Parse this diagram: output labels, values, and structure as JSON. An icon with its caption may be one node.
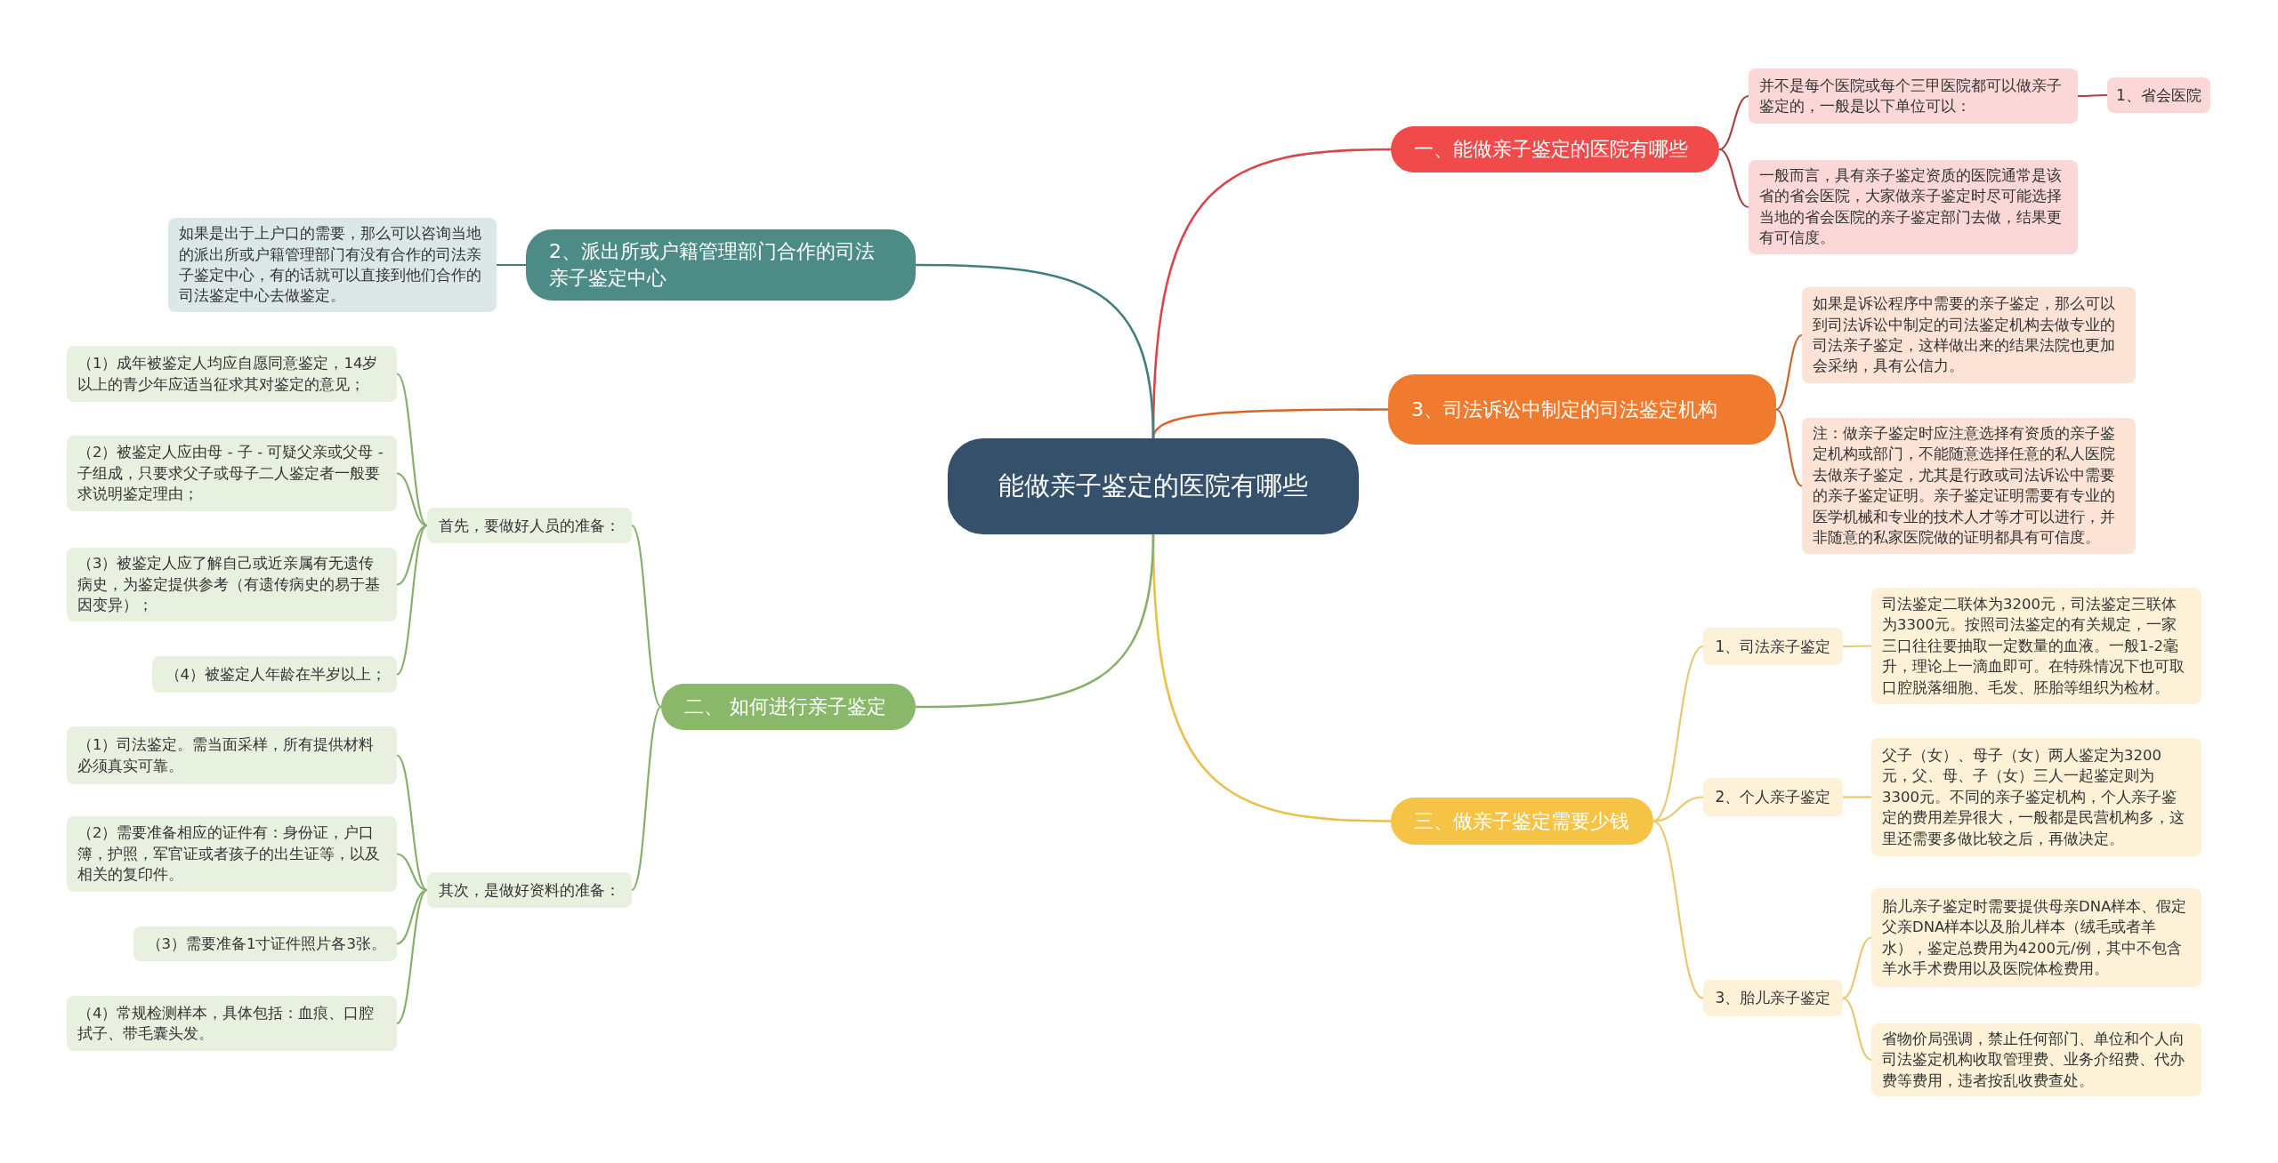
{
  "diagram": {
    "nodes": [
      {
        "text": [
          "能做亲子鉴定的医院有哪些"
        ]
      },
      {
        "text": [
          "一、能做亲子鉴定的医院有哪些"
        ]
      },
      {
        "text": [
          "并不是每个医院或每个三甲医院都可以做亲子鉴定的，一般是以下单位可以："
        ]
      },
      {
        "text": [
          "1、省会医院"
        ]
      },
      {
        "text": [
          "一般而言，具有亲子鉴定资质的医院通常是该省的省会医院，大家做亲子鉴定时尽可能选择当地的省会医院的亲子鉴定部门去做，结果更有可信度。"
        ]
      },
      {
        "text": [
          "3、司法诉讼中制定的司法鉴定机构"
        ]
      },
      {
        "text": [
          "如果是诉讼程序中需要的亲子鉴定，那么可以到司法诉讼中制定的司法鉴定机构去做专业的司法亲子鉴定，这样做出来的结果法院也更加会采纳，具有公信力。"
        ]
      },
      {
        "text": [
          "注：做亲子鉴定时应注意选择有资质的亲子鉴定机构或部门，不能随意选择任意的私人医院去做亲子鉴定，尤其是行政或司法诉讼中需要的亲子鉴定证明。亲子鉴定证明需要有专业的医学机械和专业的技术人才等才可以进行，并非随意的私家医院做的证明都具有可信度。"
        ]
      },
      {
        "text": [
          "三、做亲子鉴定需要少钱"
        ]
      },
      {
        "text": [
          "1、司法亲子鉴定"
        ]
      },
      {
        "text": [
          "司法鉴定二联体为3200元，司法鉴定三联体为3300元。按照司法鉴定的有关规定，一家三口往往要抽取一定数量的血液。一般1-2毫升，理论上一滴血即可。在特殊情况下也可取口腔脱落细胞、毛发、胚胎等组织为检材。"
        ]
      },
      {
        "text": [
          "2、个人亲子鉴定"
        ]
      },
      {
        "text": [
          "父子（女）、母子（女）两人鉴定为3200元，父、母、子（女）三人一起鉴定则为3300元。不同的亲子鉴定机构，个人亲子鉴定的费用差异很大，一般都是民营机构多，这里还需要多做比较之后，再做决定。"
        ]
      },
      {
        "text": [
          "3、胎儿亲子鉴定"
        ]
      },
      {
        "text": [
          "胎儿亲子鉴定时需要提供母亲DNA样本、假定父亲DNA样本以及胎儿样本（绒毛或者羊水），鉴定总费用为4200元/例，其中不包含羊水手术费用以及医院体检费用。"
        ]
      },
      {
        "text": [
          "省物价局强调，禁止任何部门、单位和个人向司法鉴定机构收取管理费、业务介绍费、代办费等费用，违者按乱收费查处。"
        ]
      },
      {
        "text": [
          "2、派出所或户籍管理部门合作的司法亲子鉴定中心"
        ]
      },
      {
        "text": [
          "如果是出于上户口的需要，那么可以咨询当地的派出所或户籍管理部门有没有合作的司法亲子鉴定中心，有的话就可以直接到他们合作的司法鉴定中心去做鉴定。"
        ]
      },
      {
        "text": [
          "二、 如何进行亲子鉴定"
        ]
      },
      {
        "text": [
          "首先，要做好人员的准备："
        ]
      },
      {
        "text": [
          "（1）成年被鉴定人均应自愿同意鉴定，14岁以上的青少年应适当征求其对鉴定的意见；"
        ]
      },
      {
        "text": [
          "（2）被鉴定人应由母 - 子 - 可疑父亲或父母 - 子组成，只要求父子或母子二人鉴定者一般要求说明鉴定理由；"
        ]
      },
      {
        "text": [
          "（3）被鉴定人应了解自己或近亲属有无遗传病史，为鉴定提供参考（有遗传病史的易于基因变异）；"
        ]
      },
      {
        "text": [
          "（4）被鉴定人年龄在半岁以上；"
        ]
      },
      {
        "text": [
          "其次，是做好资料的准备："
        ]
      },
      {
        "text": [
          "（1）司法鉴定。需当面采样，所有提供材料必须真实可靠。"
        ]
      },
      {
        "text": [
          "（2）需要准备相应的证件有：身份证，户口簿，护照，军官证或者孩子的出生证等，以及相关的复印件。"
        ]
      },
      {
        "text": [
          "（3）需要准备1寸证件照片各3张。"
        ]
      },
      {
        "text": [
          "（4）常规检测样本，具体包括：血痕、口腔拭子、带毛囊头发。"
        ]
      }
    ],
    "edges": [
      {
        "from": 0,
        "to": 1,
        "arrow": "none",
        "color": "#d9454a"
      },
      {
        "from": 1,
        "to": 2,
        "arrow": "none",
        "color": "#a84444"
      },
      {
        "from": 2,
        "to": 3,
        "arrow": "none",
        "color": "#a84444"
      },
      {
        "from": 1,
        "to": 4,
        "arrow": "none",
        "color": "#a84444"
      },
      {
        "from": 0,
        "to": 5,
        "arrow": "none",
        "color": "#d9652a"
      },
      {
        "from": 5,
        "to": 6,
        "arrow": "none",
        "color": "#c9672e"
      },
      {
        "from": 5,
        "to": 7,
        "arrow": "none",
        "color": "#c9672e"
      },
      {
        "from": 0,
        "to": 8,
        "arrow": "none",
        "color": "#e8c04a"
      },
      {
        "from": 8,
        "to": 9,
        "arrow": "none",
        "color": "#e8c870"
      },
      {
        "from": 9,
        "to": 10,
        "arrow": "none",
        "color": "#e8c870"
      },
      {
        "from": 8,
        "to": 11,
        "arrow": "none",
        "color": "#e8c870"
      },
      {
        "from": 11,
        "to": 12,
        "arrow": "none",
        "color": "#e8c870"
      },
      {
        "from": 8,
        "to": 13,
        "arrow": "none",
        "color": "#e8c870"
      },
      {
        "from": 13,
        "to": 14,
        "arrow": "none",
        "color": "#e8c870"
      },
      {
        "from": 13,
        "to": 15,
        "arrow": "none",
        "color": "#e8c870"
      },
      {
        "from": 0,
        "to": 16,
        "arrow": "none",
        "color": "#3f7f7c"
      },
      {
        "from": 16,
        "to": 17,
        "arrow": "none",
        "color": "#3f7f7c"
      },
      {
        "from": 0,
        "to": 18,
        "arrow": "none"
      },
      {
        "from": 18,
        "to": 19,
        "arrow": "none"
      },
      {
        "from": 19,
        "to": 20,
        "arrow": "none"
      },
      {
        "from": 19,
        "to": 21,
        "arrow": "none"
      },
      {
        "from": 19,
        "to": 22,
        "arrow": "none"
      },
      {
        "from": 19,
        "to": 23,
        "arrow": "none"
      },
      {
        "from": 18,
        "to": 24,
        "arrow": "none"
      },
      {
        "from": 24,
        "to": 25,
        "arrow": "none"
      },
      {
        "from": 24,
        "to": 26,
        "arrow": "none"
      },
      {
        "from": 24,
        "to": 27,
        "arrow": "none"
      },
      {
        "from": 24,
        "to": 28,
        "arrow": "none"
      }
    ]
  }
}
